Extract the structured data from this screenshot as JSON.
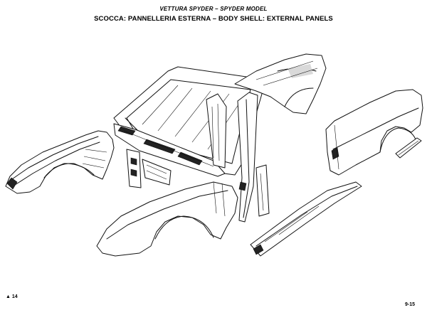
{
  "header": {
    "title_line1": "VETTURA SPYDER – SPYDER MODEL",
    "title_line2": "SCOCCA: PANNELLERIA ESTERNA – BODY SHELL: EXTERNAL PANELS"
  },
  "footer": {
    "prev_page_ref": "▲ 14",
    "page_number": "9-15"
  }
}
